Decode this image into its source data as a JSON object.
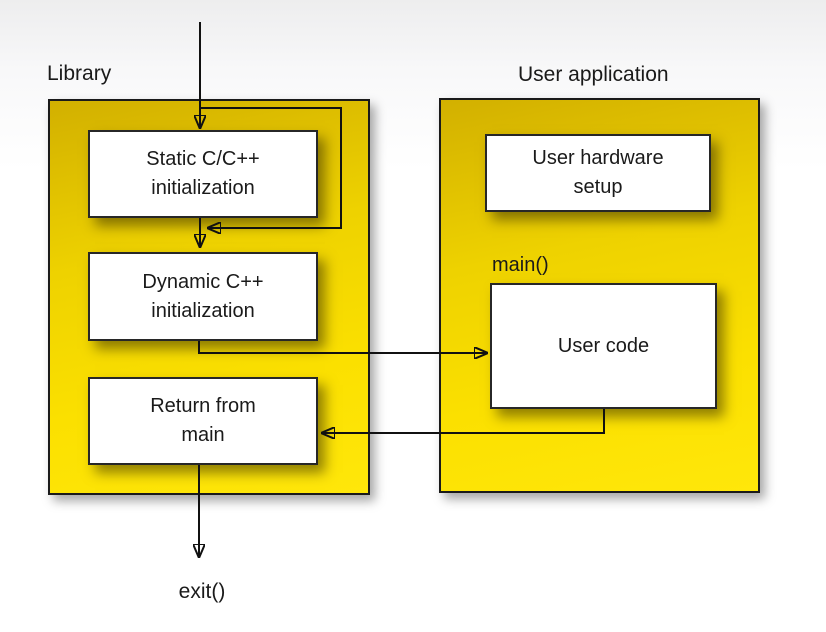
{
  "colors": {
    "panel_fill_bright": "#ffe70a",
    "panel_fill_dark": "#d2b000",
    "panel_border": "#1a1a1a",
    "node_fill": "#ffffff",
    "node_border": "#272727",
    "connector": "#111111",
    "text": "#1a1a1a",
    "page_background_top": "#ededee",
    "page_background": "#ffffff"
  },
  "panels": {
    "library": {
      "title": "Library"
    },
    "user_application": {
      "title": "User application"
    }
  },
  "nodes": {
    "static_init": {
      "label": "Static C/C++\ninitialization"
    },
    "dynamic_init": {
      "label": "Dynamic C++\ninitialization"
    },
    "return_from_main": {
      "label": "Return from\nmain"
    },
    "user_hardware_setup": {
      "label": "User hardware\nsetup"
    },
    "user_code": {
      "label": "User code"
    }
  },
  "annotations": {
    "main": "main()",
    "exit": "exit()"
  },
  "connectors": [
    {
      "name": "entry-to-static-init",
      "from": "start",
      "to": "static_init"
    },
    {
      "name": "static-init-loop",
      "from": "static_init_entry",
      "to": "static_init_entry"
    },
    {
      "name": "static-to-dynamic",
      "from": "static_init",
      "to": "dynamic_init"
    },
    {
      "name": "dynamic-to-user-code",
      "from": "dynamic_init",
      "to": "user_code"
    },
    {
      "name": "user-code-to-return",
      "from": "user_code",
      "to": "return_from_main"
    },
    {
      "name": "return-to-exit",
      "from": "return_from_main",
      "to": "exit"
    }
  ]
}
